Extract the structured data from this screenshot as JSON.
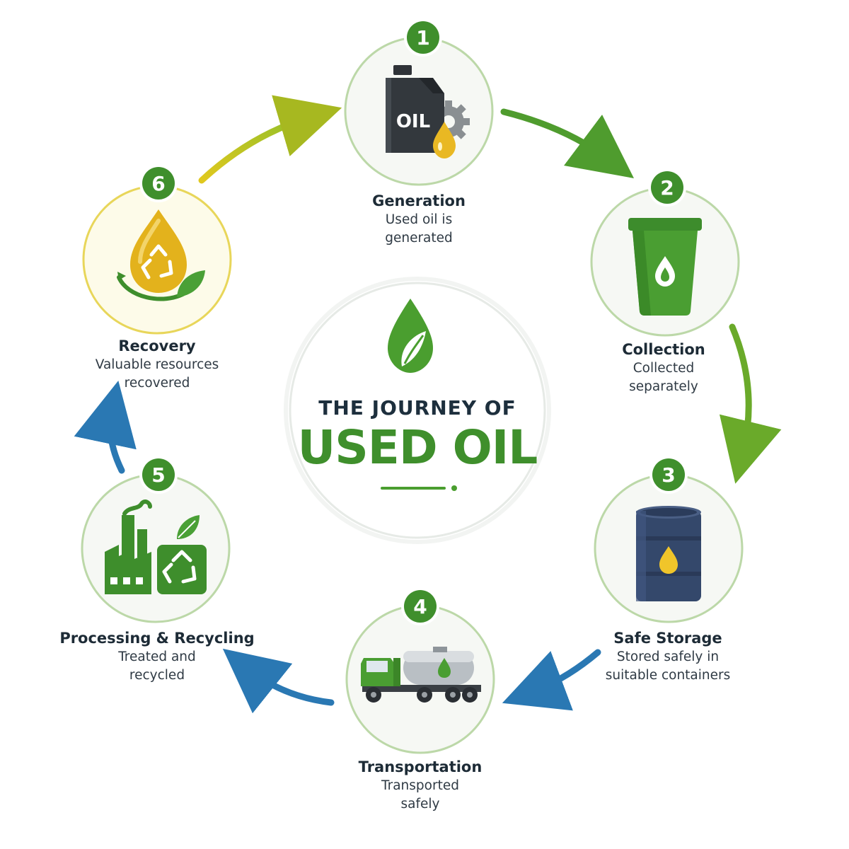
{
  "title": {
    "top": "THE JOURNEY OF",
    "main": "USED OIL"
  },
  "colors": {
    "green": "#3f8f2c",
    "light_green": "#7cc142",
    "yellow": "#d8c21f",
    "blue": "#2a78b3",
    "dark_text": "#1d2b36"
  },
  "steps": [
    {
      "number": "1",
      "title": "Generation",
      "desc_line1": "Used oil is",
      "desc_line2": "generated",
      "icon": "oil-can-icon"
    },
    {
      "number": "2",
      "title": "Collection",
      "desc_line1": "Collected",
      "desc_line2": "separately",
      "icon": "green-bin-icon"
    },
    {
      "number": "3",
      "title": "Safe Storage",
      "desc_line1": "Stored safely in",
      "desc_line2": "suitable containers",
      "icon": "oil-drum-icon"
    },
    {
      "number": "4",
      "title": "Transportation",
      "desc_line1": "Transported",
      "desc_line2": "safely",
      "icon": "tanker-truck-icon"
    },
    {
      "number": "5",
      "title": "Processing & Recycling",
      "desc_line1": "Treated and",
      "desc_line2": "recycled",
      "icon": "recycling-factory-icon"
    },
    {
      "number": "6",
      "title": "Recovery",
      "desc_line1": "Valuable resources",
      "desc_line2": "recovered",
      "icon": "recycle-drop-icon"
    }
  ]
}
